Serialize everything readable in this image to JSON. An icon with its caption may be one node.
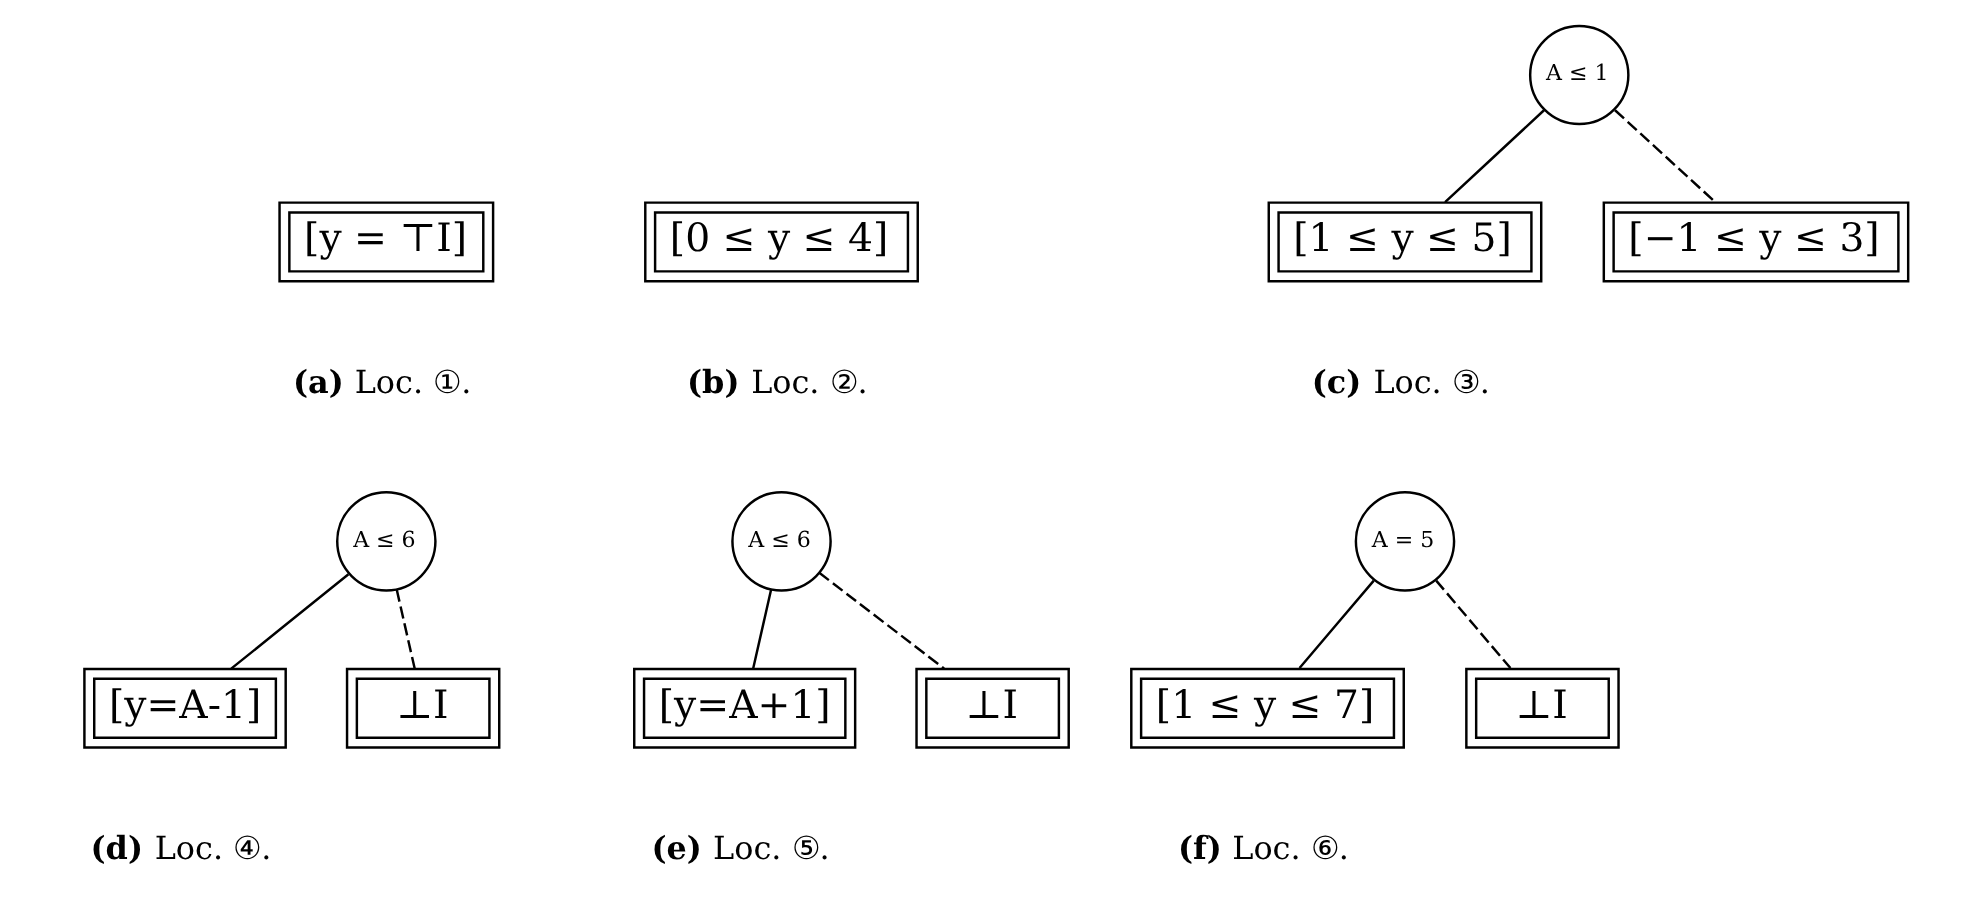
{
  "diagram": {
    "nodes": [
      {
        "text": [
          "[y = ⊤I]"
        ]
      },
      {
        "text": [
          "[0 ≤ y ≤ 4]"
        ]
      },
      {
        "text": [
          "A ≤ 1"
        ]
      },
      {
        "text": [
          "[1 ≤ y ≤ 5]"
        ]
      },
      {
        "text": [
          "[−1 ≤ y ≤ 3]"
        ]
      },
      {
        "text": [
          "A ≤ 6"
        ]
      },
      {
        "text": [
          "[y=A-1]"
        ]
      },
      {
        "text": [
          "⊥I"
        ]
      },
      {
        "text": [
          "A ≤ 6"
        ]
      },
      {
        "text": [
          "[y=A+1]"
        ]
      },
      {
        "text": [
          "⊥I"
        ]
      },
      {
        "text": [
          "A = 5"
        ]
      },
      {
        "text": [
          "[1 ≤ y ≤ 7]"
        ]
      },
      {
        "text": [
          "⊥I"
        ]
      }
    ],
    "edges": [
      {
        "from": 2,
        "to": 3,
        "arrow": "none"
      },
      {
        "from": 2,
        "to": 4,
        "arrow": "none",
        "style": "dashed"
      },
      {
        "from": 5,
        "to": 6,
        "arrow": "none"
      },
      {
        "from": 5,
        "to": 7,
        "arrow": "none",
        "style": "dashed"
      },
      {
        "from": 8,
        "to": 9,
        "arrow": "none"
      },
      {
        "from": 8,
        "to": 10,
        "arrow": "none",
        "style": "dashed"
      },
      {
        "from": 11,
        "to": 12,
        "arrow": "none"
      },
      {
        "from": 11,
        "to": 13,
        "arrow": "none",
        "style": "dashed"
      }
    ],
    "labels": [
      "**(a)** Loc. ①.",
      "**(b)** Loc. ②.",
      "**(c)** Loc. ③.",
      "**(d)** Loc. ④.",
      "**(e)** Loc. ⑤.",
      "**(f)** Loc. ⑥."
    ]
  }
}
